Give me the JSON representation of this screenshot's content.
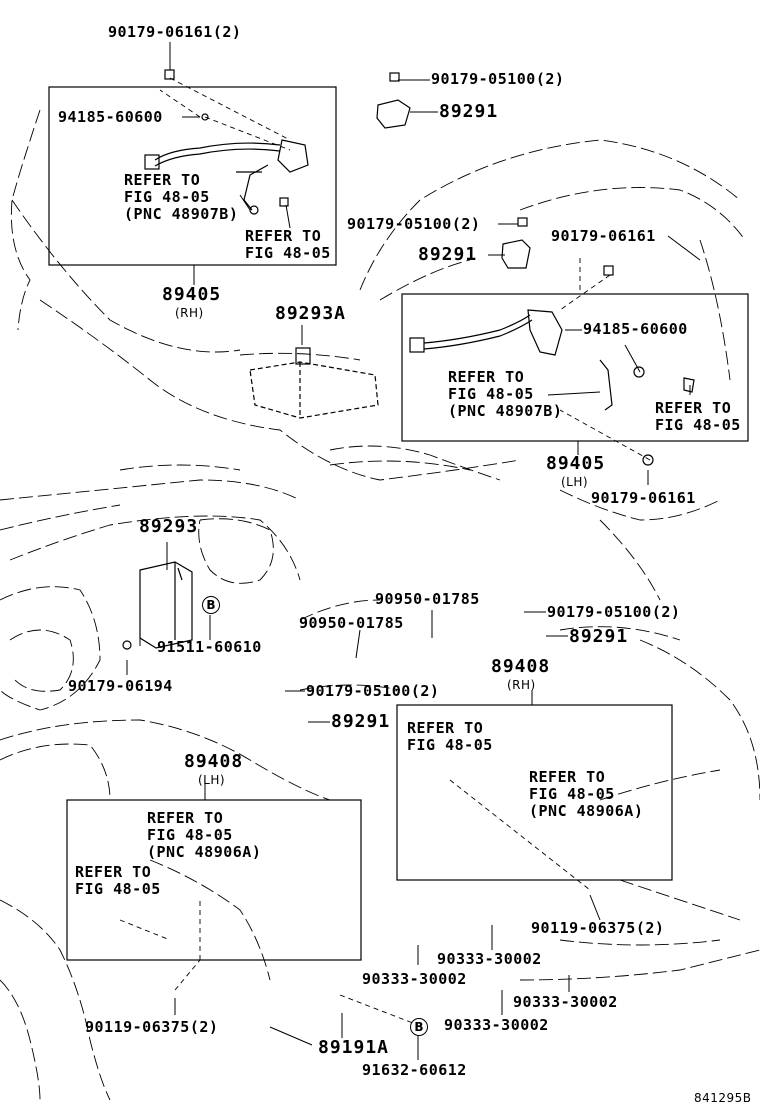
{
  "parts": {
    "p1": "90179-06161(2)",
    "p2": "90179-05100(2)",
    "p3": "89291",
    "p4": "94185-60600",
    "p5": "89405",
    "p5_side": "(RH)",
    "p6": "89293A",
    "p7": "90179-05100(2)",
    "p8": "89291",
    "p9": "90179-06161",
    "p10": "94185-60600",
    "p11": "89405",
    "p11_side": "(LH)",
    "p12": "90179-06161",
    "p13": "89293",
    "p14": "91511-60610",
    "p15": "90179-06194",
    "p16": "90950-01785",
    "p17": "90950-01785",
    "p18": "90179-05100(2)",
    "p19": "89291",
    "p20": "89408",
    "p20_side": "(RH)",
    "p21": "90179-05100(2)",
    "p22": "89291",
    "p23": "89408",
    "p23_side": "(LH)",
    "p24": "90119-06375(2)",
    "p25": "90333-30002",
    "p26": "90333-30002",
    "p27": "90333-30002",
    "p28": "90333-30002",
    "p29": "90119-06375(2)",
    "p30": "89191A",
    "p31": "91632-60612"
  },
  "refs": {
    "r1": [
      "REFER TO",
      "FIG 48-05",
      "(PNC 48907B)"
    ],
    "r2": [
      "REFER TO",
      "FIG 48-05"
    ],
    "r3": [
      "REFER TO",
      "FIG 48-05",
      "(PNC 48907B)"
    ],
    "r4": [
      "REFER TO",
      "FIG 48-05"
    ],
    "r5": [
      "REFER TO",
      "FIG 48-05"
    ],
    "r6": [
      "REFER TO",
      "FIG 48-05",
      "(PNC 48906A)"
    ],
    "r7": [
      "REFER TO",
      "FIG 48-05",
      "(PNC 48906A)"
    ],
    "r8": [
      "REFER TO",
      "FIG 48-05"
    ]
  },
  "markers": {
    "b1": "B",
    "b2": "B"
  },
  "diagram_code": "841295B"
}
